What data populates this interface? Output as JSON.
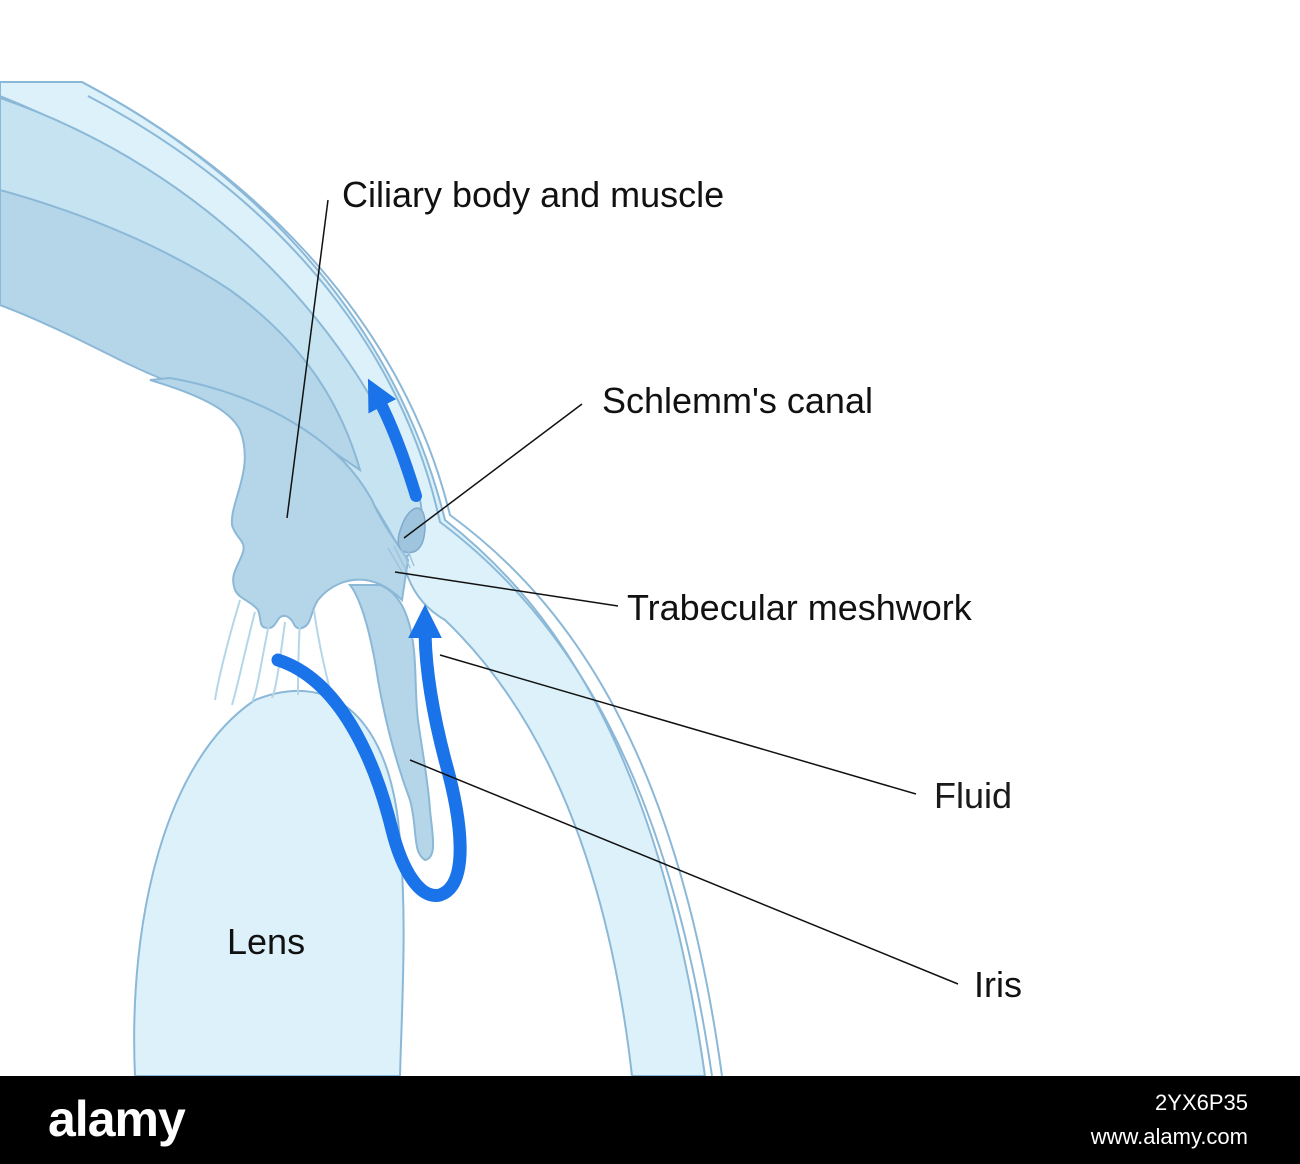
{
  "labels": {
    "ciliary": "Ciliary body and muscle",
    "schlemm": "Schlemm's canal",
    "trabecular": "Trabecular meshwork",
    "fluid": "Fluid",
    "iris": "Iris",
    "lens": "Lens"
  },
  "footer": {
    "brand": "alamy",
    "image_id": "2YX6P35",
    "site": "www.alamy.com"
  },
  "colors": {
    "tissue_light": "#dcf1fa",
    "tissue_mid": "#c6e3f2",
    "tissue_dark": "#b4d6e8",
    "outline": "#8cb8d8",
    "arrow": "#1a73e8",
    "footer_bg": "#000000"
  }
}
